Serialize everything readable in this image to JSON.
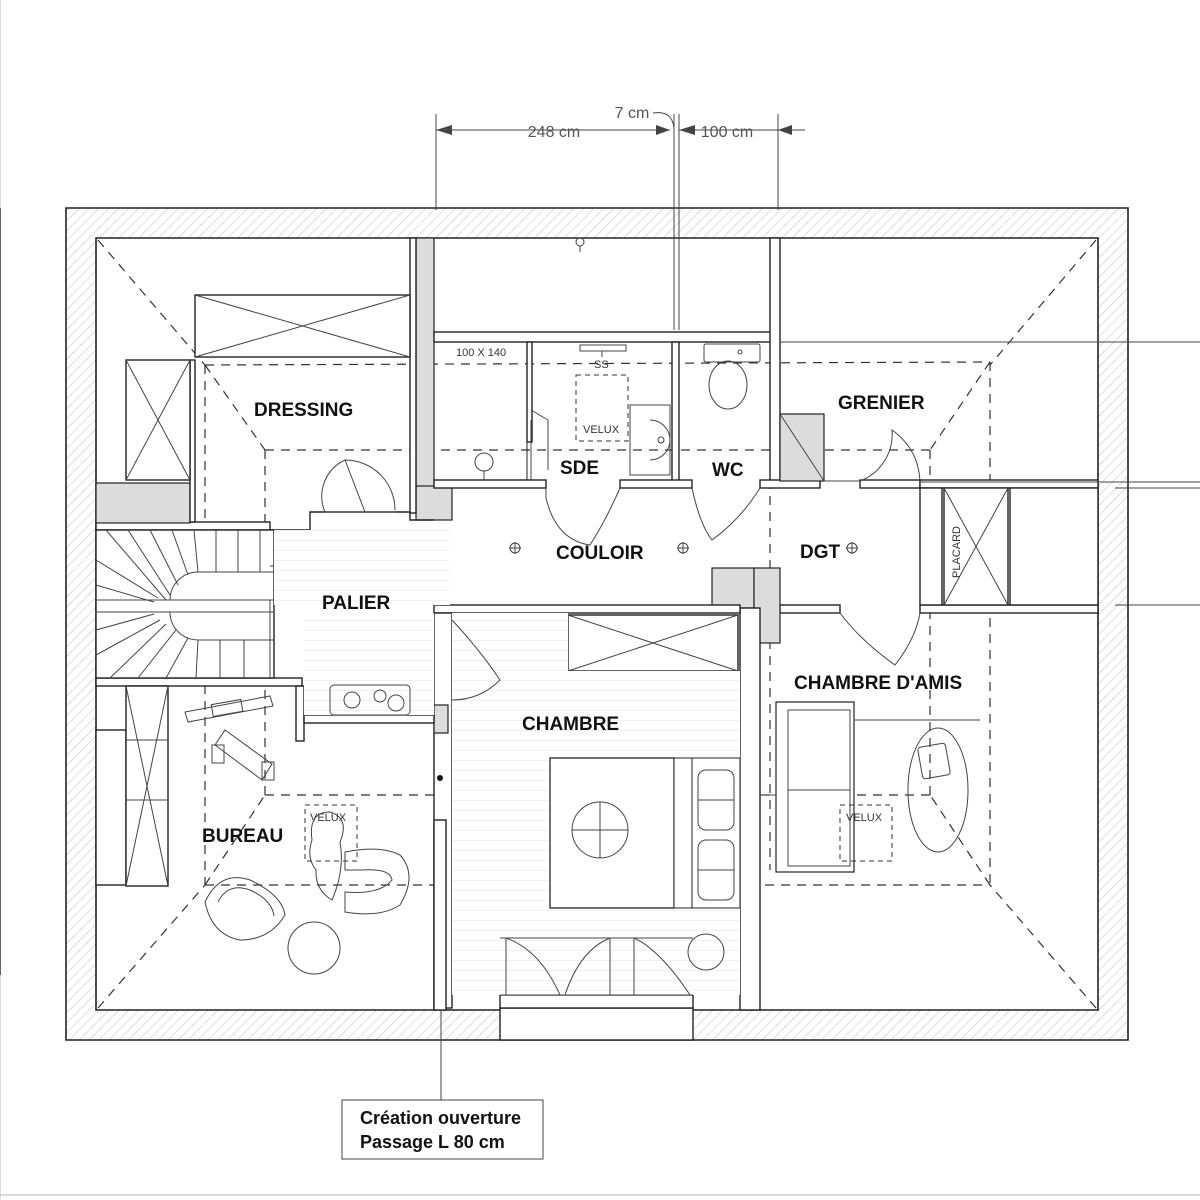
{
  "dimensions": {
    "d_248": "248 cm",
    "d_7": "7 cm",
    "d_100": "100 cm"
  },
  "rooms": {
    "dressing": "DRESSING",
    "grenier": "GRENIER",
    "sde": "SDE",
    "wc": "WC",
    "couloir": "COULOIR",
    "dgt": "DGT",
    "palier": "PALIER",
    "chambre": "CHAMBRE",
    "chambre_amis": "CHAMBRE D'AMIS",
    "bureau": "BUREAU"
  },
  "labels": {
    "shower": "100 X 140",
    "ss": "SS",
    "velux": "VELUX",
    "placard": "PLACARD"
  },
  "note": {
    "line1": "Création ouverture",
    "line2": "Passage L 80 cm"
  },
  "colors": {
    "wall_hatch": "#c8c8c8",
    "line": "#222222",
    "wall_fill": "#dcdcdc"
  }
}
